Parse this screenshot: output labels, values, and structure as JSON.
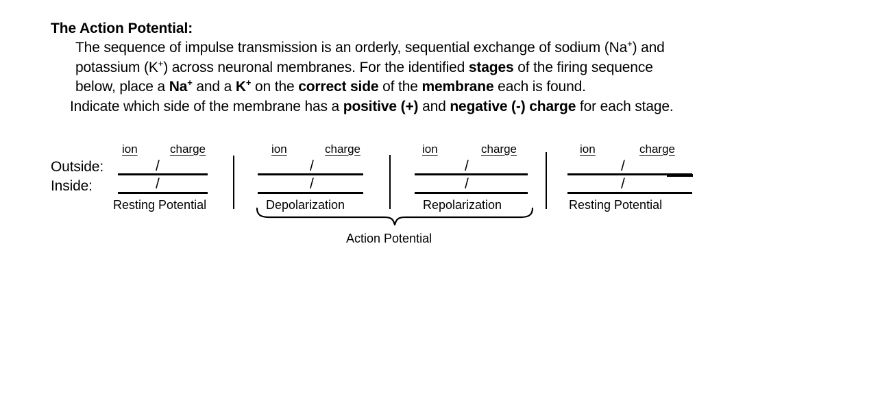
{
  "heading": "The Action Potential:",
  "paragraph": {
    "line1_a": "The sequence of impulse transmission is an orderly, sequential exchange of sodium (Na",
    "line1_sup": "+",
    "line1_b": ") and",
    "line2_a": "potassium (K",
    "line2_sup": "+",
    "line2_b": ") across neuronal membranes.  For the identified ",
    "line2_bold": "stages",
    "line2_c": " of the firing sequence",
    "line3_a": "below, place a ",
    "line3_bold1": "Na",
    "line3_sup1": "+",
    "line3_b": " and a ",
    "line3_bold2": "K",
    "line3_sup2": "+",
    "line3_c": " on the ",
    "line3_bold3": "correct side",
    "line3_d": " of the ",
    "line3_bold4": "membrane",
    "line3_e": " each is found.",
    "line4_a": "Indicate which side of the membrane has a ",
    "line4_bold1": "positive (+)",
    "line4_b": " and ",
    "line4_bold2": "negative (-) charge",
    "line4_c": " for each stage."
  },
  "diagram": {
    "row_labels": {
      "outside": "Outside:",
      "inside": "Inside:"
    },
    "column_header_ion": "ion",
    "column_header_charge": "charge",
    "slash": "/",
    "columns": [
      {
        "stage": "Resting Potential"
      },
      {
        "stage": "Depolarization"
      },
      {
        "stage": "Repolarization"
      },
      {
        "stage": "Resting Potential"
      }
    ],
    "brace_label": "Action Potential"
  },
  "colors": {
    "ink": "#000000",
    "background": "#ffffff"
  }
}
